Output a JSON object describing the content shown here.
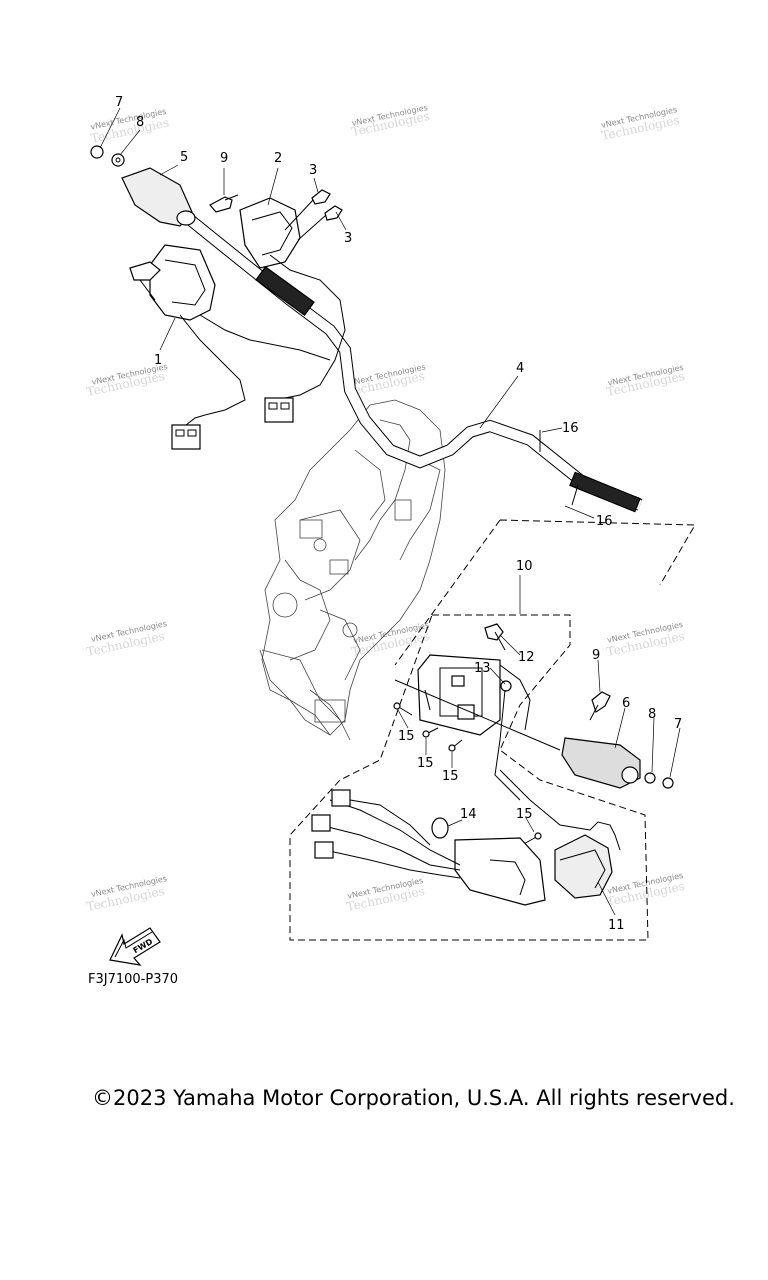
{
  "callouts": {
    "c1": "1",
    "c2": "2",
    "c3a": "3",
    "c3b": "3",
    "c4": "4",
    "c5": "5",
    "c6": "6",
    "c7a": "7",
    "c7b": "7",
    "c8a": "8",
    "c8b": "8",
    "c9a": "9",
    "c9b": "9",
    "c10": "10",
    "c11": "11",
    "c12": "12",
    "c13": "13",
    "c14": "14",
    "c15a": "15",
    "c15b": "15",
    "c15c": "15",
    "c15d": "15",
    "c16a": "16",
    "c16b": "16"
  },
  "watermark": {
    "text": "vNext Technologies"
  },
  "fwd_badge": "FWD",
  "drawing_code": "F3J7100-P370",
  "copyright": "©2023 Yamaha Motor Corporation, U.S.A. All rights reserved."
}
